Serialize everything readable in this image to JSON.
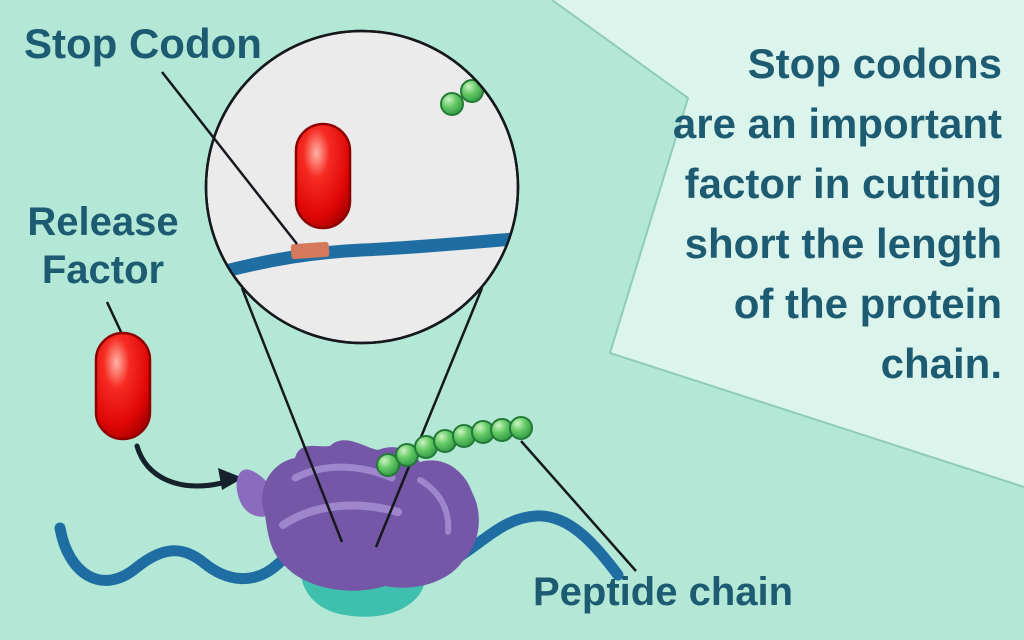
{
  "labels": {
    "stop_codon": "Stop Codon",
    "release_factor_line1": "Release",
    "release_factor_line2": "Factor",
    "peptide_chain": "Peptide chain"
  },
  "panel_text": {
    "lines": [
      "Stop codons",
      "are an important",
      "factor in cutting",
      "short the length",
      "of the protein",
      "chain."
    ]
  },
  "colors": {
    "background": "#b4e8d6",
    "panel": "#dcf5ec",
    "panel_edge": "#8fcbb9",
    "text": "#1d5b72",
    "mrna_blue": "#1e6da3",
    "stop_codon_segment": "#d4795c",
    "release_factor_red": "#df0606",
    "peptide_green": "#4db95c",
    "ribosome_purple": "#7557a8",
    "ribosome_wing_purple": "#8a6bbd",
    "ribosome_highlight": "#9e86cc",
    "ribosome_base_teal": "#3fbfae",
    "magnifier_fill": "#ebebeb",
    "line_black": "#15181c"
  },
  "icons": {
    "magnifier": "zoom-circle-icon",
    "release_factor": "red-pill-icon",
    "stop_codon": "orange-codon-segment-icon",
    "peptide": "green-bead-chain-icon",
    "arrow": "curved-arrow-icon"
  }
}
